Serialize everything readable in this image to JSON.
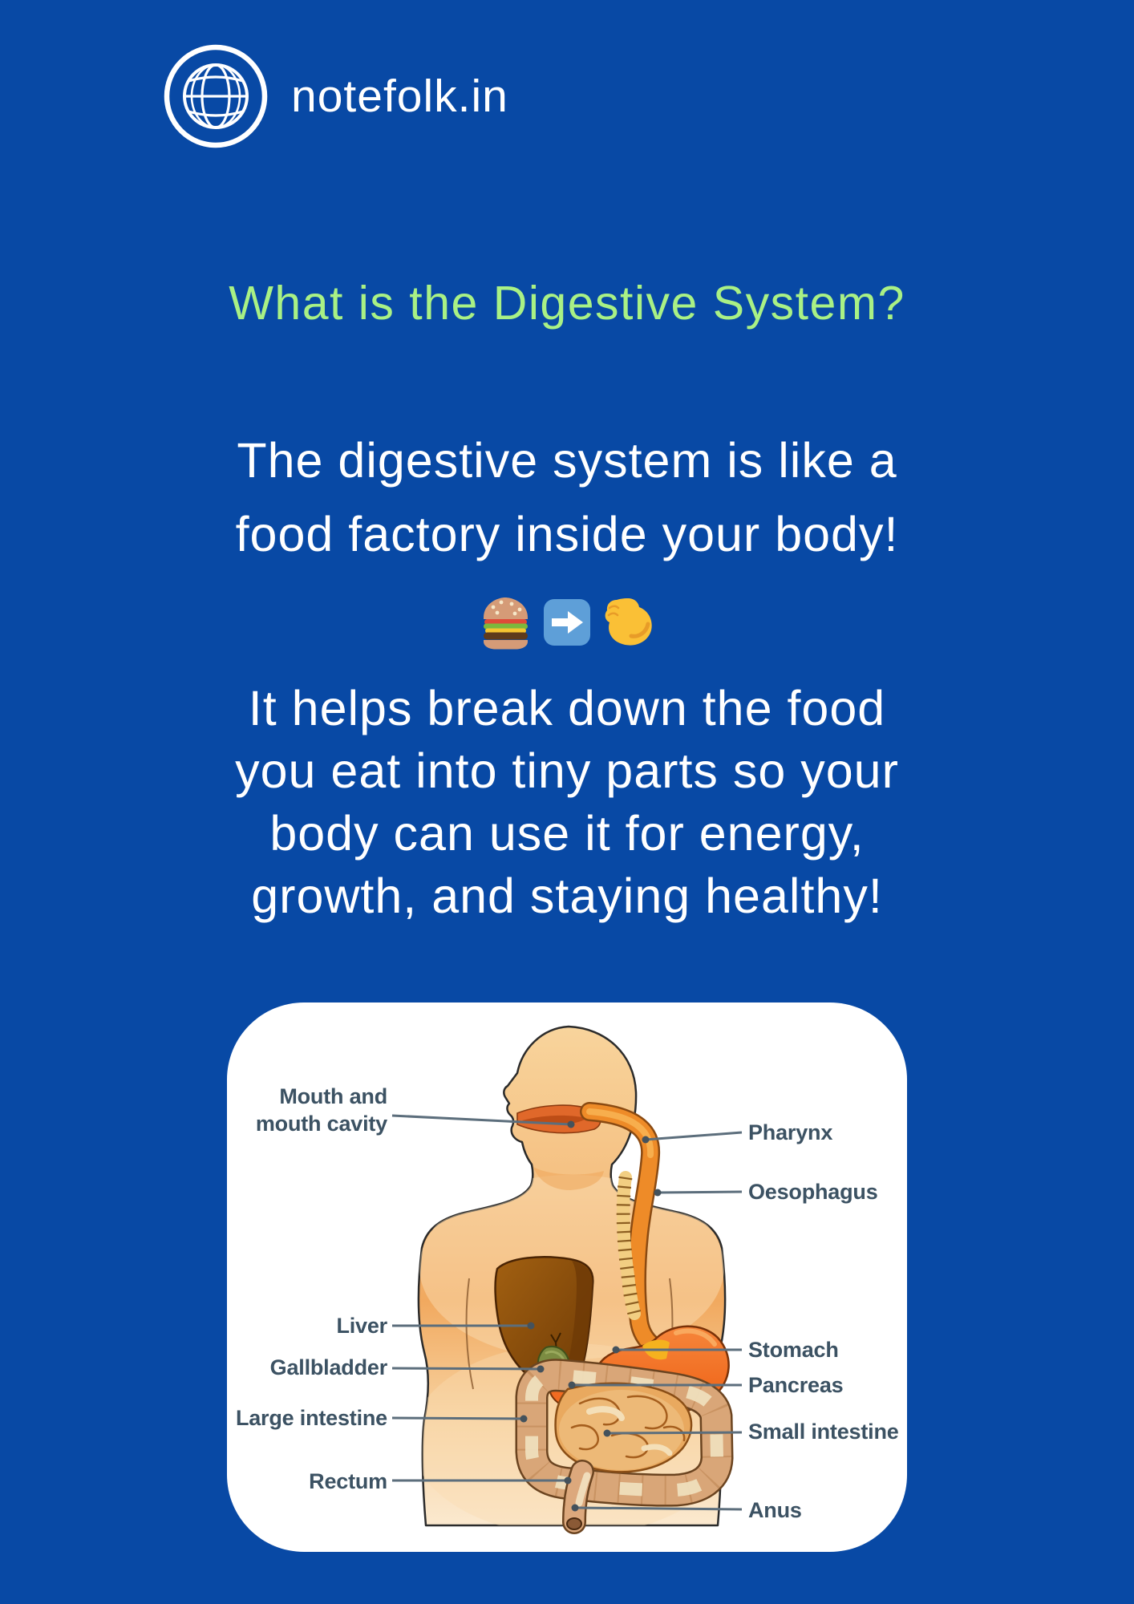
{
  "colors": {
    "background": "#0849A5",
    "heading_green": "#A9F185",
    "body_text": "#FFFFFF",
    "card_background": "#FFFFFF",
    "diagram_label": "#3C5263",
    "leader_line": "#5C6E7C"
  },
  "header": {
    "logo_icon": "globe-icon",
    "site_name": "notefolk.in"
  },
  "heading": {
    "text": "What is the Digestive System?"
  },
  "intro": {
    "lines": [
      "The digestive system is like a",
      "food factory inside your body!"
    ]
  },
  "emoji_row": {
    "icons": [
      {
        "name": "hamburger-emoji",
        "char": "🍔"
      },
      {
        "name": "right-arrow-emoji",
        "char": "➡️"
      },
      {
        "name": "flexed-biceps-emoji",
        "char": "💪"
      }
    ]
  },
  "description": {
    "lines": [
      "It helps break down the food",
      "you eat into tiny parts so your",
      "body can use it for energy,",
      "growth, and staying healthy!"
    ]
  },
  "diagram": {
    "labels": {
      "mouth_line1": "Mouth and",
      "mouth_line2": "mouth cavity",
      "pharynx": "Pharynx",
      "oesophagus": "Oesophagus",
      "liver": "Liver",
      "gallbladder": "Gallbladder",
      "stomach": "Stomach",
      "pancreas": "Pancreas",
      "large_intestine": "Large intestine",
      "small_intestine": "Small intestine",
      "rectum": "Rectum",
      "anus": "Anus"
    }
  }
}
